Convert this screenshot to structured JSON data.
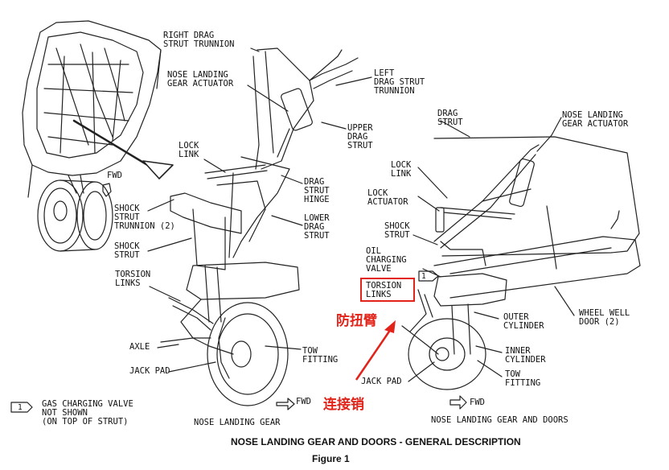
{
  "labels": {
    "right_drag_strut_trunnion": "RIGHT DRAG\nSTRUT TRUNNION",
    "nose_landing_gear_actuator_left": "NOSE LANDING\nGEAR ACTUATOR",
    "left_drag_strut_trunnion": "LEFT\nDRAG STRUT\nTRUNNION",
    "upper_drag_strut": "UPPER\nDRAG\nSTRUT",
    "lock_link_left": "LOCK\nLINK",
    "fwd_left": "FWD",
    "drag_strut_hinge": "DRAG\nSTRUT\nHINGE",
    "shock_strut_trunnion": "SHOCK\nSTRUT\nTRUNNION (2)",
    "lower_drag_strut": "LOWER\nDRAG\nSTRUT",
    "shock_strut_left": "SHOCK\nSTRUT",
    "torsion_links_left": "TORSION\nLINKS",
    "axle": "AXLE",
    "jack_pad_left": "JACK PAD",
    "tow_fitting_left": "TOW\nFITTING",
    "fwd_bottom_left": "FWD",
    "drag_strut_right": "DRAG\nSTRUT",
    "nose_landing_gear_actuator_right": "NOSE LANDING\nGEAR ACTUATOR",
    "lock_link_right": "LOCK\nLINK",
    "lock_actuator": "LOCK\nACTUATOR",
    "shock_strut_right": "SHOCK\nSTRUT",
    "oil_charging_valve": "OIL\nCHARGING\nVALVE",
    "torsion_links_right": "TORSION\nLINKS",
    "outer_cylinder": "OUTER\nCYLINDER",
    "wheel_well_door": "WHEEL WELL\nDOOR (2)",
    "inner_cylinder": "INNER\nCYLINDER",
    "jack_pad_right": "JACK PAD",
    "tow_fitting_right": "TOW\nFITTING",
    "fwd_right": "FWD",
    "note_number": "1",
    "callout_number": "1",
    "note_text": "GAS CHARGING VALVE\nNOT SHOWN\n(ON TOP OF STRUT)"
  },
  "annotations": {
    "torsion_links_cn": "防扭臂",
    "connecting_pin_cn": "连接销",
    "annotation_color": "#e2231a"
  },
  "captions": {
    "left_view": "NOSE LANDING GEAR",
    "right_view": "NOSE LANDING GEAR AND DOORS",
    "main_title": "NOSE LANDING GEAR AND DOORS - GENERAL DESCRIPTION",
    "figure": "Figure 1"
  }
}
